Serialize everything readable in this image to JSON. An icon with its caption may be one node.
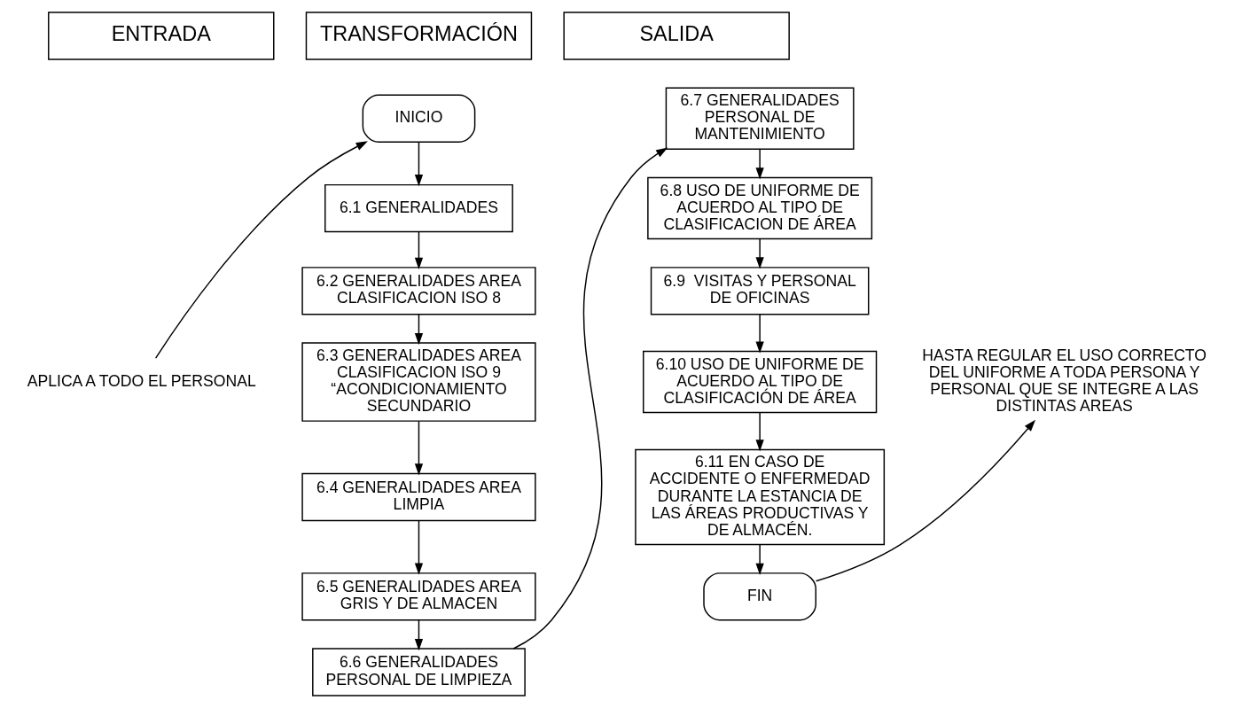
{
  "diagram": {
    "nodes": [
      {
        "text": [
          "ENTRADA"
        ]
      },
      {
        "text": [
          "TRANSFORMACIÓN"
        ]
      },
      {
        "text": [
          "SALIDA"
        ]
      },
      {
        "text": [
          "APLICA A TODO EL PERSONAL"
        ]
      },
      {
        "text": [
          "INICIO"
        ]
      },
      {
        "text": [
          "6.1 GENERALIDADES"
        ]
      },
      {
        "text": [
          "6.2 GENERALIDADES AREA CLASIFICACION ISO 8"
        ]
      },
      {
        "text": [
          "6.3 GENERALIDADES AREA CLASIFICACION ISO 9 “ACONDICIONAMIENTO SECUNDARIO"
        ]
      },
      {
        "text": [
          "6.4 GENERALIDADES AREA LIMPIA"
        ]
      },
      {
        "text": [
          "6.5 GENERALIDADES AREA GRIS Y DE ALMACEN"
        ]
      },
      {
        "text": [
          "6.6 GENERALIDADES PERSONAL DE LIMPIEZA"
        ]
      },
      {
        "text": [
          "6.7 GENERALIDADES PERSONAL DE MANTENIMIENTO"
        ]
      },
      {
        "text": [
          "6.8 USO DE UNIFORME DE ACUERDO AL TIPO DE CLASIFICACION DE ÁREA"
        ]
      },
      {
        "text": [
          "6.9  VISITAS Y PERSONAL DE OFICINAS"
        ]
      },
      {
        "text": [
          "6.10 USO DE UNIFORME DE ACUERDO AL TIPO DE CLASIFICACIÓN DE ÁREA"
        ]
      },
      {
        "text": [
          "6.11 EN CASO DE ACCIDENTE O ENFERMEDAD DURANTE LA ESTANCIA DE LAS ÁREAS PRODUCTIVAS Y DE ALMACÉN."
        ]
      },
      {
        "text": [
          "FIN"
        ]
      },
      {
        "text": [
          "HASTA REGULAR EL USO CORRECTO DEL UNIFORME A TODA PERSONA Y PERSONAL QUE SE INTEGRE A LAS DISTINTAS AREAS"
        ]
      }
    ],
    "edges": [
      {
        "from": 3,
        "to": 4,
        "arrow": "to"
      },
      {
        "from": 4,
        "to": 5,
        "arrow": "to"
      },
      {
        "from": 5,
        "to": 6,
        "arrow": "to"
      },
      {
        "from": 6,
        "to": 7,
        "arrow": "to"
      },
      {
        "from": 7,
        "to": 8,
        "arrow": "to"
      },
      {
        "from": 8,
        "to": 9,
        "arrow": "to"
      },
      {
        "from": 9,
        "to": 10,
        "arrow": "to"
      },
      {
        "from": 10,
        "to": 11,
        "arrow": "to"
      },
      {
        "from": 11,
        "to": 12,
        "arrow": "to"
      },
      {
        "from": 12,
        "to": 13,
        "arrow": "to"
      },
      {
        "from": 13,
        "to": 14,
        "arrow": "to"
      },
      {
        "from": 14,
        "to": 15,
        "arrow": "to"
      },
      {
        "from": 15,
        "to": 16,
        "arrow": "to"
      },
      {
        "from": 16,
        "to": 17,
        "arrow": "to"
      }
    ]
  }
}
